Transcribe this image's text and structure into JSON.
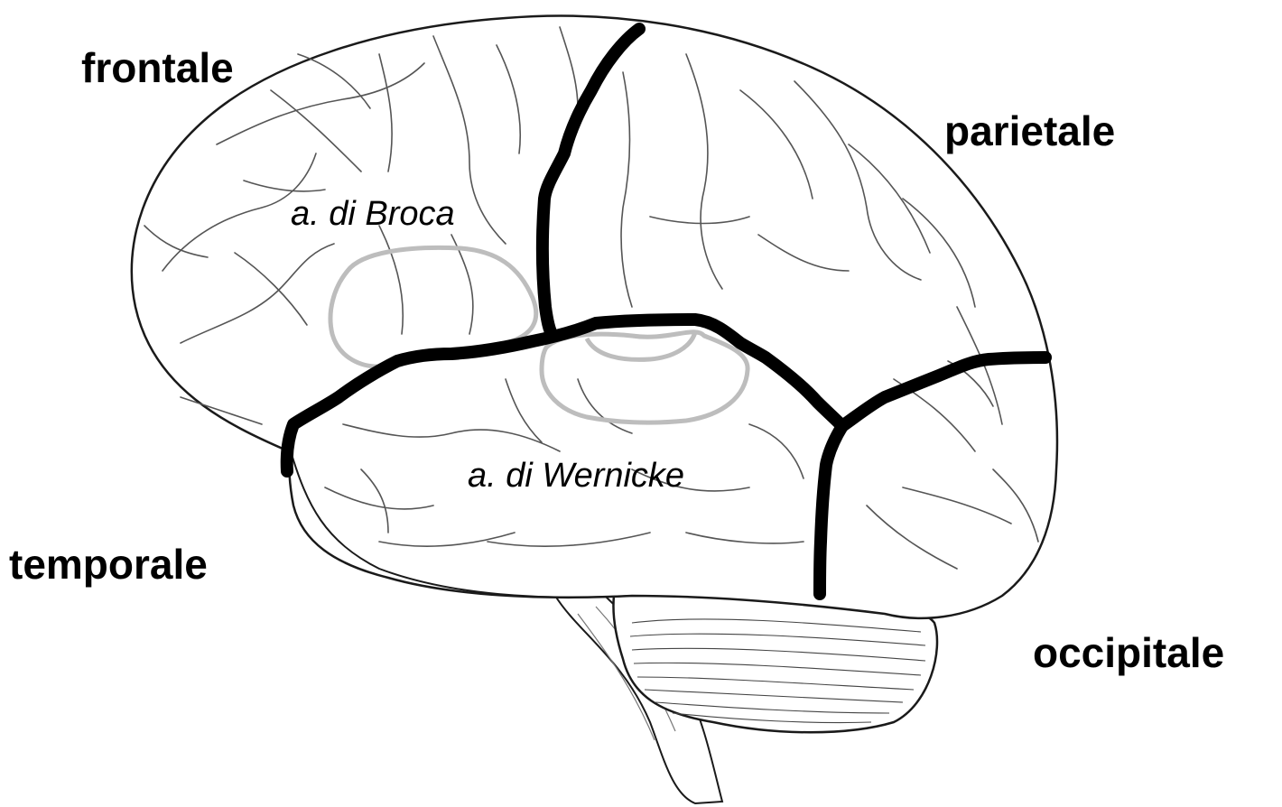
{
  "lobes": {
    "frontal": "frontale",
    "parietal": "parietale",
    "temporal": "temporale",
    "occipital": "occipitale"
  },
  "areas": {
    "broca": "a. di Broca",
    "wernicke": "a. di Wernicke"
  },
  "colors": {
    "outline": "#1a1a1a",
    "sulci": "#555555",
    "boundary": "#000000",
    "area_outline": "#bdbdbd",
    "background": "#ffffff"
  }
}
